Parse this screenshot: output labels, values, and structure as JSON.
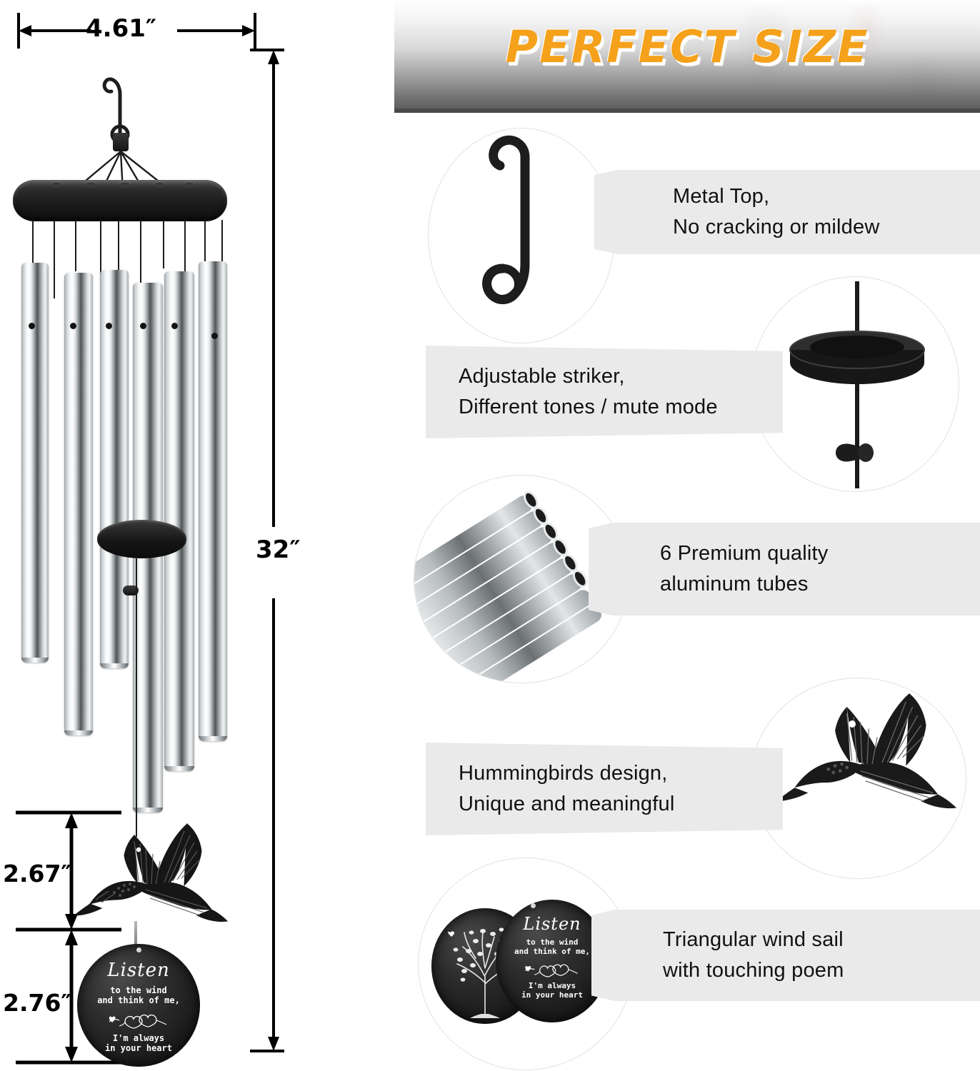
{
  "banner": {
    "title": "PERFECT SIZE",
    "accent_color": "#F5A11B"
  },
  "dimensions": {
    "width": "4.61″",
    "height": "32″",
    "ornament_height": "2.67″",
    "sail_height": "2.76″"
  },
  "features": [
    {
      "id": "metal-top",
      "line1": "Metal Top,",
      "line2": "No cracking or mildew"
    },
    {
      "id": "striker",
      "line1": "Adjustable striker,",
      "line2": "Different tones / mute mode"
    },
    {
      "id": "tubes",
      "line1": "6 Premium quality",
      "line2": "aluminum tubes"
    },
    {
      "id": "hummingbird",
      "line1": "Hummingbirds design,",
      "line2": "Unique and meaningful"
    },
    {
      "id": "wind-sail",
      "line1": "Triangular wind sail",
      "line2": "with touching poem"
    }
  ],
  "poem": {
    "word1": "Listen",
    "line1": "to the wind",
    "line2": "and think of me,",
    "line3": "I'm always",
    "line4": "in your heart"
  },
  "colors": {
    "callout_bg": "#eaeaea",
    "metal_black": "#1a1a1a",
    "tube_silver": "#dfe3e5"
  }
}
